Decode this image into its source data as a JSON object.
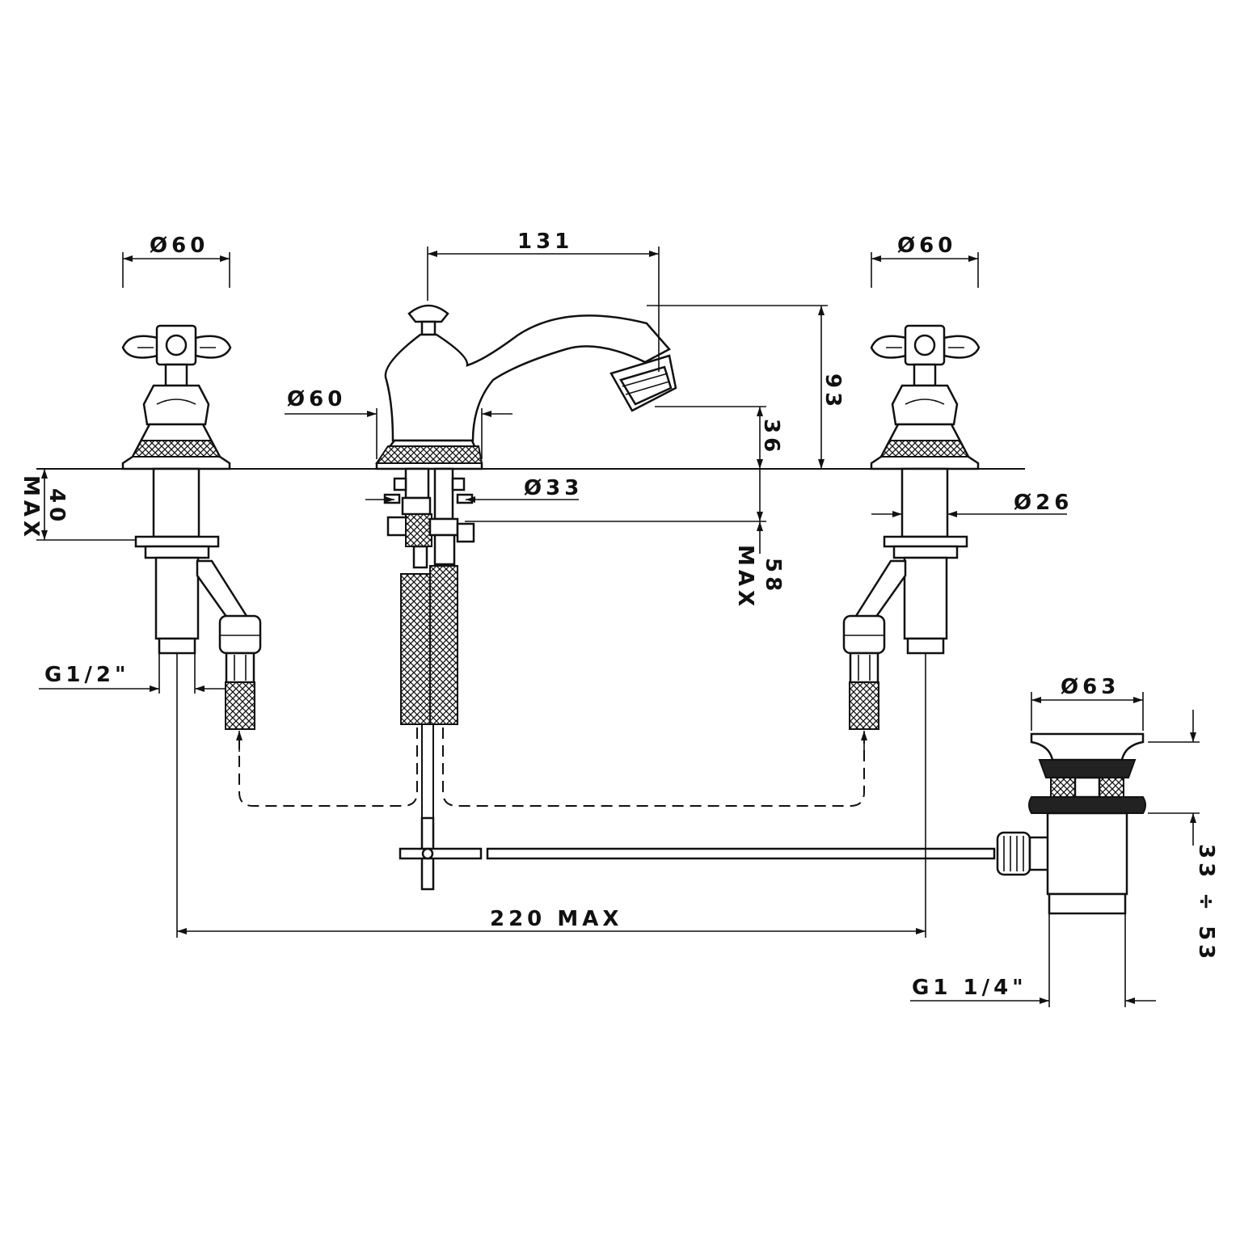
{
  "colors": {
    "ink": "#111111",
    "background": "#ffffff"
  },
  "dimensions": {
    "left_handle_diameter": "Ø60",
    "spout_reach": "131",
    "right_handle_diameter": "Ø60",
    "spout_base_diameter": "Ø60",
    "total_height": "93",
    "spout_outlet_height": "36",
    "hole_diameter_33": "Ø33",
    "hole_diameter_26": "Ø26",
    "deck_thickness_value": "40",
    "deck_thickness_max": "MAX",
    "lift_rod_length_value": "58",
    "lift_rod_length_max": "MAX",
    "inlet_thread": "G1/2\"",
    "drain_cap_diameter": "Ø63",
    "drain_adjust_range": "33 ÷ 53",
    "drain_thread": "G1 1/4\"",
    "spread": "220 MAX"
  }
}
